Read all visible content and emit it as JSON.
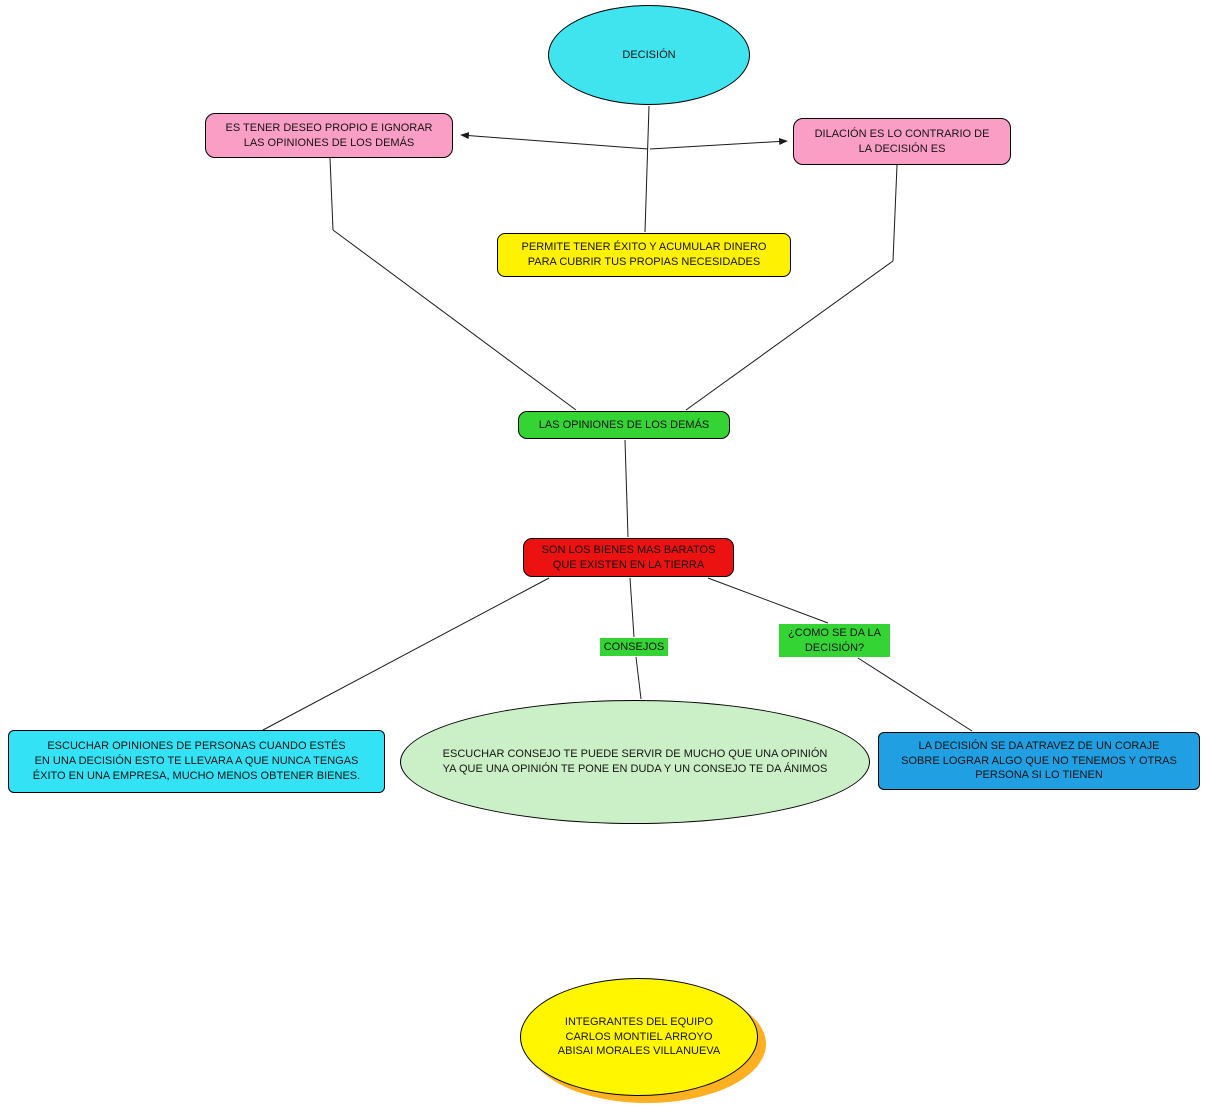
{
  "diagram": {
    "title": "DECISIÓN",
    "type": "concept-map"
  },
  "nodes": {
    "decision": {
      "label": "DECISIÓN",
      "color": "#3fe4ef",
      "shape": "ellipse"
    },
    "deseo": {
      "label": "ES TENER DESEO PROPIO E IGNORAR\nLAS OPINIONES DE LOS DEMÁS",
      "color": "#fb9ec6",
      "shape": "rounded-rect"
    },
    "dilacion": {
      "label": "DILACIÓN ES LO CONTRARIO DE\nLA DECISIÓN ES",
      "color": "#fb9ec6",
      "shape": "rounded-rect"
    },
    "exito": {
      "label": "PERMITE TENER ÉXITO Y ACUMULAR DINERO\nPARA CUBRIR TUS PROPIAS NECESIDADES",
      "color": "#fff200",
      "shape": "rounded-rect"
    },
    "opiniones": {
      "label": "LAS OPINIONES DE LOS DEMÁS",
      "color": "#35d435",
      "shape": "rounded-rect"
    },
    "bienes": {
      "label": "SON LOS BIENES MAS BARATOS\nQUE EXISTEN EN LA TIERRA",
      "color": "#ec1212",
      "shape": "rounded-rect"
    },
    "consejos": {
      "label": "CONSEJOS",
      "color": "#35d435",
      "shape": "label"
    },
    "como": {
      "label": "¿COMO SE DA LA\nDECISIÓN?",
      "color": "#35d435",
      "shape": "label"
    },
    "escuchar_opiniones": {
      "label": "ESCUCHAR OPINIONES DE PERSONAS CUANDO ESTÉS\nEN UNA DECISIÓN ESTO TE LLEVARA A QUE NUNCA TENGAS\nÉXITO EN UNA EMPRESA, MUCHO MENOS OBTENER BIENES.",
      "color": "#33e3f5",
      "shape": "rounded-rect"
    },
    "escuchar_consejo": {
      "label": "ESCUCHAR CONSEJO TE PUEDE SERVIR DE MUCHO QUE UNA OPINIÓN\nYA QUE UNA OPINIÓN TE PONE EN DUDA Y UN CONSEJO TE DA ÁNIMOS",
      "color": "#cbefc6",
      "shape": "ellipse"
    },
    "la_decision": {
      "label": "LA DECISIÓN SE DA ATRAVEZ DE UN CORAJE\nSOBRE LOGRAR ALGO QUE NO TENEMOS Y OTRAS\nPERSONA SI LO TIENEN",
      "color": "#219fe3",
      "shape": "rounded-rect"
    },
    "integrantes": {
      "label": "INTEGRANTES DEL EQUIPO\nCARLOS MONTIEL ARROYO\nABISAI MORALES VILLANUEVA",
      "color": "#fff600",
      "shape": "ellipse-shadow"
    }
  },
  "edges": [
    {
      "from": "decision",
      "to": "exito",
      "arrow": false
    },
    {
      "from": "decision",
      "to": "deseo",
      "arrow": true
    },
    {
      "from": "decision",
      "to": "dilacion",
      "arrow": true
    },
    {
      "from": "deseo",
      "to": "opiniones",
      "arrow": false
    },
    {
      "from": "dilacion",
      "to": "opiniones",
      "arrow": false
    },
    {
      "from": "opiniones",
      "to": "bienes",
      "arrow": false
    },
    {
      "from": "bienes",
      "to": "escuchar_opiniones",
      "arrow": false
    },
    {
      "from": "bienes",
      "to": "consejos",
      "arrow": false
    },
    {
      "from": "consejos",
      "to": "escuchar_consejo",
      "arrow": false
    },
    {
      "from": "bienes",
      "to": "como",
      "arrow": false
    },
    {
      "from": "como",
      "to": "la_decision",
      "arrow": false
    }
  ],
  "colors": {
    "edge": "#1a1a1a",
    "node_border": "#000000",
    "shadow_orange": "#ffb020",
    "background": "#ffffff"
  }
}
